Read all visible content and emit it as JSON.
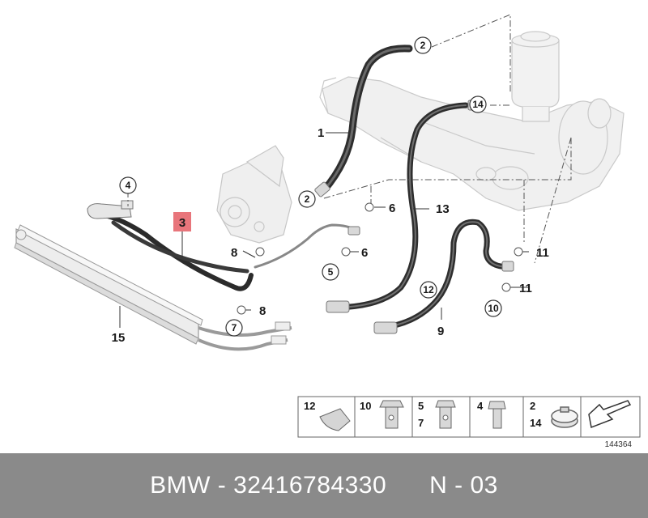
{
  "callouts": {
    "c1": "1",
    "c2a": "2",
    "c2b": "2",
    "c3": "3",
    "c4": "4",
    "c5": "5",
    "c6a": "6",
    "c6b": "6",
    "c7": "7",
    "c8a": "8",
    "c8b": "8",
    "c9": "9",
    "c10": "10",
    "c11a": "11",
    "c11b": "11",
    "c12": "12",
    "c13": "13",
    "c14": "14",
    "c15": "15"
  },
  "legend": {
    "cells": [
      {
        "nums": [
          "12"
        ]
      },
      {
        "nums": [
          "10"
        ]
      },
      {
        "nums": [
          "5",
          "7"
        ]
      },
      {
        "nums": [
          "4"
        ]
      },
      {
        "nums": [
          "2",
          "14"
        ]
      }
    ],
    "diagram_number": "144364"
  },
  "highlight_color": "#e8757b",
  "footer": {
    "brand": "BMW",
    "sep1": " - ",
    "part_number": "32416784330",
    "gap": "      ",
    "ref": "N - 03"
  }
}
